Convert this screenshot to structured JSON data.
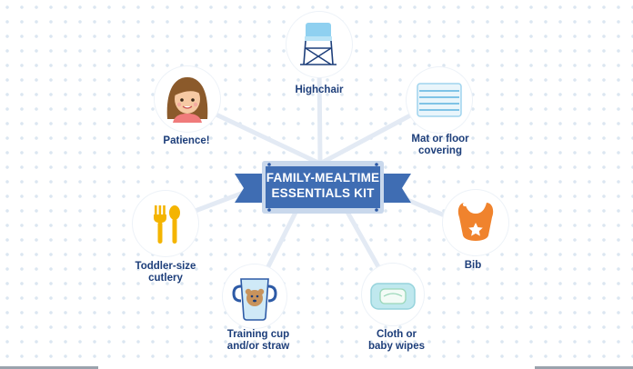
{
  "center": {
    "line1": "FAMILY-MEALTIME",
    "line2": "ESSENTIALS KIT"
  },
  "items": [
    {
      "label": "Highchair",
      "icon": "highchair-icon"
    },
    {
      "label": "Mat or floor",
      "label2": "covering",
      "icon": "floor-mat-icon"
    },
    {
      "label": "Bib",
      "icon": "bib-icon"
    },
    {
      "label": "Cloth or",
      "label2": "baby wipes",
      "icon": "baby-wipes-icon"
    },
    {
      "label": "Training cup",
      "label2": "and/or straw",
      "icon": "training-cup-icon"
    },
    {
      "label": "Toddler-size",
      "label2": "cutlery",
      "icon": "cutlery-icon"
    },
    {
      "label": "Patience!",
      "icon": "girl-face-icon"
    }
  ],
  "colors": {
    "label": "#1d3e7a",
    "ribbon": "#3f6db3",
    "plaque": "#c9d8ec",
    "spoke": "#e3eaf4"
  }
}
